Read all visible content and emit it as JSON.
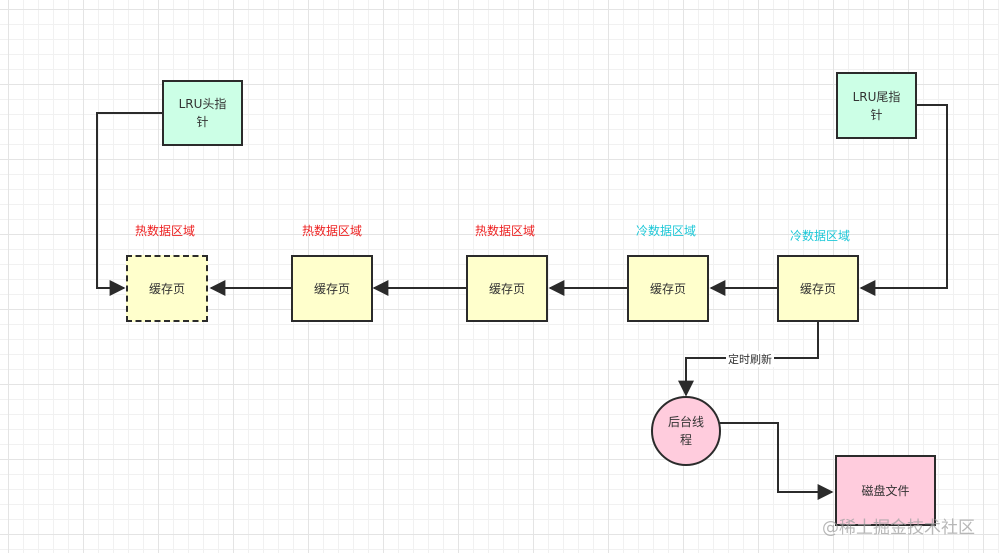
{
  "diagram": {
    "pointers": {
      "head": "LRU头指针",
      "tail": "LRU尾指针"
    },
    "pages": [
      {
        "label": "缓存页",
        "region": "热数据区域",
        "type": "hot",
        "dashed": true
      },
      {
        "label": "缓存页",
        "region": "热数据区域",
        "type": "hot"
      },
      {
        "label": "缓存页",
        "region": "热数据区域",
        "type": "hot"
      },
      {
        "label": "缓存页",
        "region": "冷数据区域",
        "type": "cold"
      },
      {
        "label": "缓存页",
        "region": "冷数据区域",
        "type": "cold"
      }
    ],
    "edge_label": "定时刷新",
    "thread": "后台线程",
    "disk": "磁盘文件",
    "colors": {
      "hot": "#ee2222",
      "cold": "#1ec8d8",
      "page_fill": "#ffffcc",
      "pointer_fill": "#ccffe6",
      "disk_fill": "#ffccdd"
    }
  },
  "watermark": "@稀土掘金技术社区"
}
